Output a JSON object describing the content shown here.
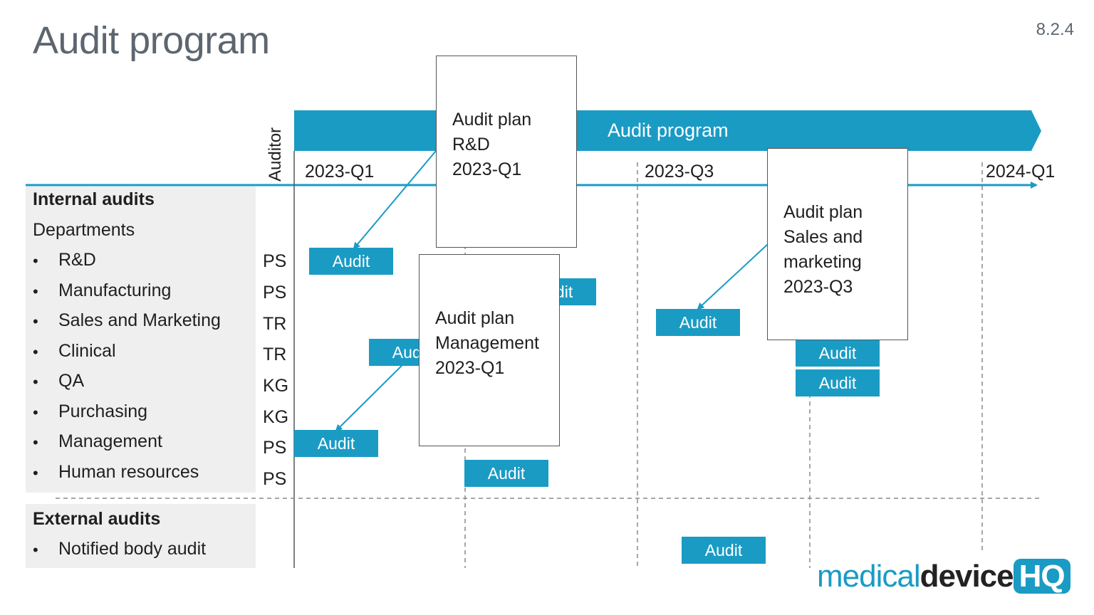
{
  "title": "Audit program",
  "slide_number": "8.2.4",
  "banner": {
    "label": "Audit program"
  },
  "auditor_header": "Auditor",
  "quarters": [
    "2023-Q1",
    "2023-Q3",
    "2024-Q1"
  ],
  "internal": {
    "heading": "Internal audits",
    "subheading": "Departments",
    "bullet": "•",
    "rows": [
      {
        "label": "R&D",
        "auditor": "PS"
      },
      {
        "label": "Manufacturing",
        "auditor": "PS"
      },
      {
        "label": "Sales and Marketing",
        "auditor": "TR"
      },
      {
        "label": "Clinical",
        "auditor": "TR"
      },
      {
        "label": "QA",
        "auditor": "KG"
      },
      {
        "label": "Purchasing",
        "auditor": "KG"
      },
      {
        "label": "Management",
        "auditor": "PS"
      },
      {
        "label": "Human resources",
        "auditor": "PS"
      }
    ]
  },
  "external": {
    "heading": "External audits",
    "rows": [
      {
        "label": "Notified body audit"
      }
    ]
  },
  "audits": {
    "rd": "Audit",
    "manufacturing": "Audit",
    "sales_marketing": "Audit",
    "clinical_q1": "Audit",
    "clinical_q4": "Audit",
    "qa": "Audit",
    "management": "Audit",
    "human_resources": "Audit",
    "notified_body": "Audit"
  },
  "plans": {
    "rd": [
      "Audit plan",
      "R&D",
      "2023-Q1"
    ],
    "management": [
      "Audit plan",
      "Management",
      "2023-Q1"
    ],
    "sales": [
      "Audit plan",
      "Sales and",
      "marketing",
      "2023-Q3"
    ]
  },
  "logo": {
    "part1": "medical",
    "part2": "device",
    "part3": "HQ"
  },
  "colors": {
    "accent": "#1a9bc4",
    "title": "#5d6670",
    "panel": "#efefef"
  }
}
